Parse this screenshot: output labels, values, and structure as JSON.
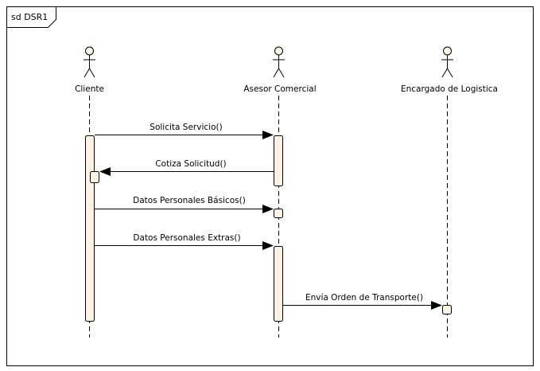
{
  "frame": {
    "title": "sd DSR1"
  },
  "colors": {
    "activation_fill": "#FDF3E3",
    "line": "#000000",
    "background": "#FFFFFF"
  },
  "lifelines": [
    {
      "id": "cliente",
      "name": "Cliente"
    },
    {
      "id": "asesor",
      "name": "Asesor Comercial"
    },
    {
      "id": "logistica",
      "name": "Encargado de Logistica"
    }
  ],
  "messages": [
    {
      "label": "Solicita Servicio()",
      "from": "cliente",
      "to": "asesor"
    },
    {
      "label": "Cotiza Solicitud()",
      "from": "asesor",
      "to": "cliente"
    },
    {
      "label": "Datos Personales Básicos()",
      "from": "cliente",
      "to": "asesor"
    },
    {
      "label": "Datos Personales Extras()",
      "from": "cliente",
      "to": "asesor"
    },
    {
      "label": "Envía Orden de Transporte()",
      "from": "asesor",
      "to": "logistica"
    }
  ]
}
